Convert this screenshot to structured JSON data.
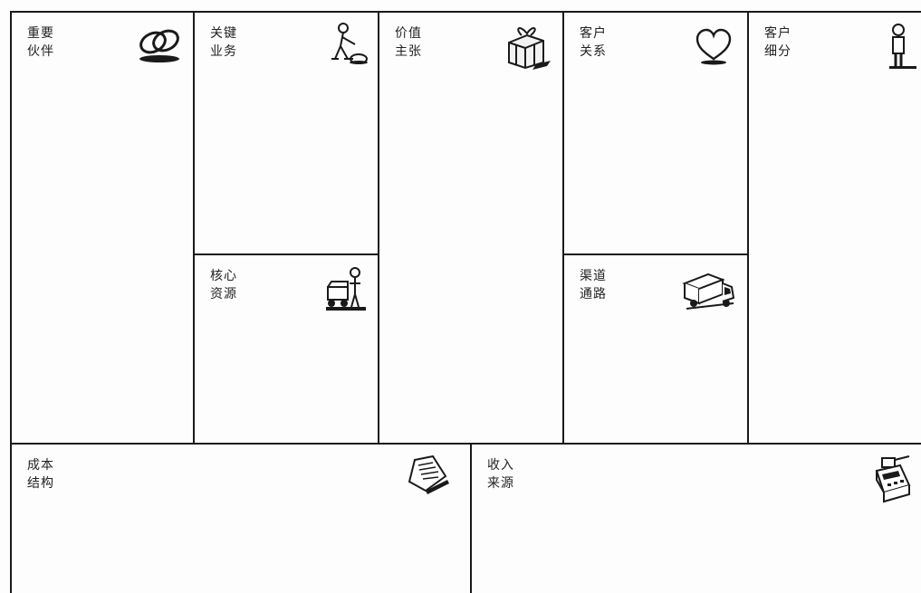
{
  "canvas": {
    "line_color": "#1a1a1a",
    "background": "#fdfdfd"
  },
  "blocks": {
    "key_partners": {
      "line1": "重要",
      "line2": "伙伴",
      "icon": "chain-links-icon"
    },
    "key_activities": {
      "line1": "关键",
      "line2": "业务",
      "icon": "worker-icon"
    },
    "key_resources": {
      "line1": "核心",
      "line2": "资源",
      "icon": "forklift-worker-icon"
    },
    "value_propositions": {
      "line1": "价值",
      "line2": "主张",
      "icon": "gift-box-icon"
    },
    "customer_relationships": {
      "line1": "客户",
      "line2": "关系",
      "icon": "heart-icon"
    },
    "channels": {
      "line1": "渠道",
      "line2": "通路",
      "icon": "delivery-truck-icon"
    },
    "customer_segments": {
      "line1": "客户",
      "line2": "细分",
      "icon": "person-icon"
    },
    "cost_structure": {
      "line1": "成本",
      "line2": "结构",
      "icon": "price-tag-icon"
    },
    "revenue_streams": {
      "line1": "收入",
      "line2": "来源",
      "icon": "cash-register-icon"
    }
  }
}
